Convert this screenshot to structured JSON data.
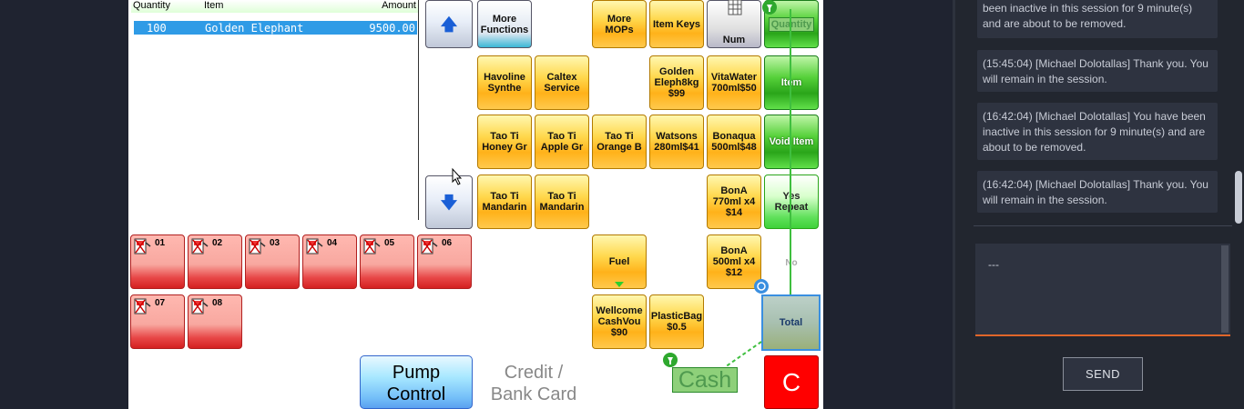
{
  "order": {
    "headers": {
      "quantity": "Quantity",
      "item": "Item",
      "amount": "Amount"
    },
    "row": {
      "quantity": "100",
      "item": "Golden Elephant",
      "amount": "9500.00"
    }
  },
  "keys": {
    "more_functions": "More\nFunctions",
    "more_mops": "More\nMOPs",
    "item_keys": "Item Keys",
    "num": "Num",
    "quantity": "Quantity",
    "havoline": "Havoline\nSynthe",
    "caltex": "Caltex\nService",
    "golden": "Golden\nEleph8kg\n$99",
    "vitawater": "VitaWater\n700ml$50",
    "item": "Item",
    "taoti_honey": "Tao Ti\nHoney Gr",
    "taoti_apple": "Tao Ti\nApple Gr",
    "taoti_orange": "Tao Ti\nOrange B",
    "watsons": "Watsons\n280ml$41",
    "bonaqua": "Bonaqua\n500ml$48",
    "void_item": "Void Item",
    "taoti_mandarin1": "Tao Ti\nMandarin",
    "taoti_mandarin2": "Tao Ti\nMandarin",
    "bona770": "BonA\n770ml x4\n$14",
    "yes_repeat": "Yes\nRepeat",
    "fuel": "Fuel",
    "bona500": "BonA\n500ml x4\n$12",
    "no": "No",
    "wellcome": "Wellcome\nCashVou\n$90",
    "plasticbag": "PlasticBag\n$0.5",
    "total": "Total",
    "cash": "Cash",
    "clear": "C"
  },
  "pumps": [
    "01",
    "02",
    "03",
    "04",
    "05",
    "06",
    "07",
    "08"
  ],
  "pump_control": "Pump\nControl",
  "credit_card": "Credit /\nBank Card",
  "chat": {
    "messages": [
      "been inactive in this session for 9 minute(s) and are about to be removed.",
      "(15:45:04) [Michael Dolotallas] Thank you. You will remain in the session.",
      "(16:42:04) [Michael Dolotallas] You have been inactive in this session for 9 minute(s) and are about to be removed.",
      "(16:42:04) [Michael Dolotallas] Thank you. You will remain in the session."
    ],
    "input_value": "---",
    "send_label": "SEND"
  },
  "colors": {
    "accent": "#e0662a",
    "panel": "#22262f",
    "message_bg": "#2e3340",
    "clear_key": "#ff0000"
  }
}
